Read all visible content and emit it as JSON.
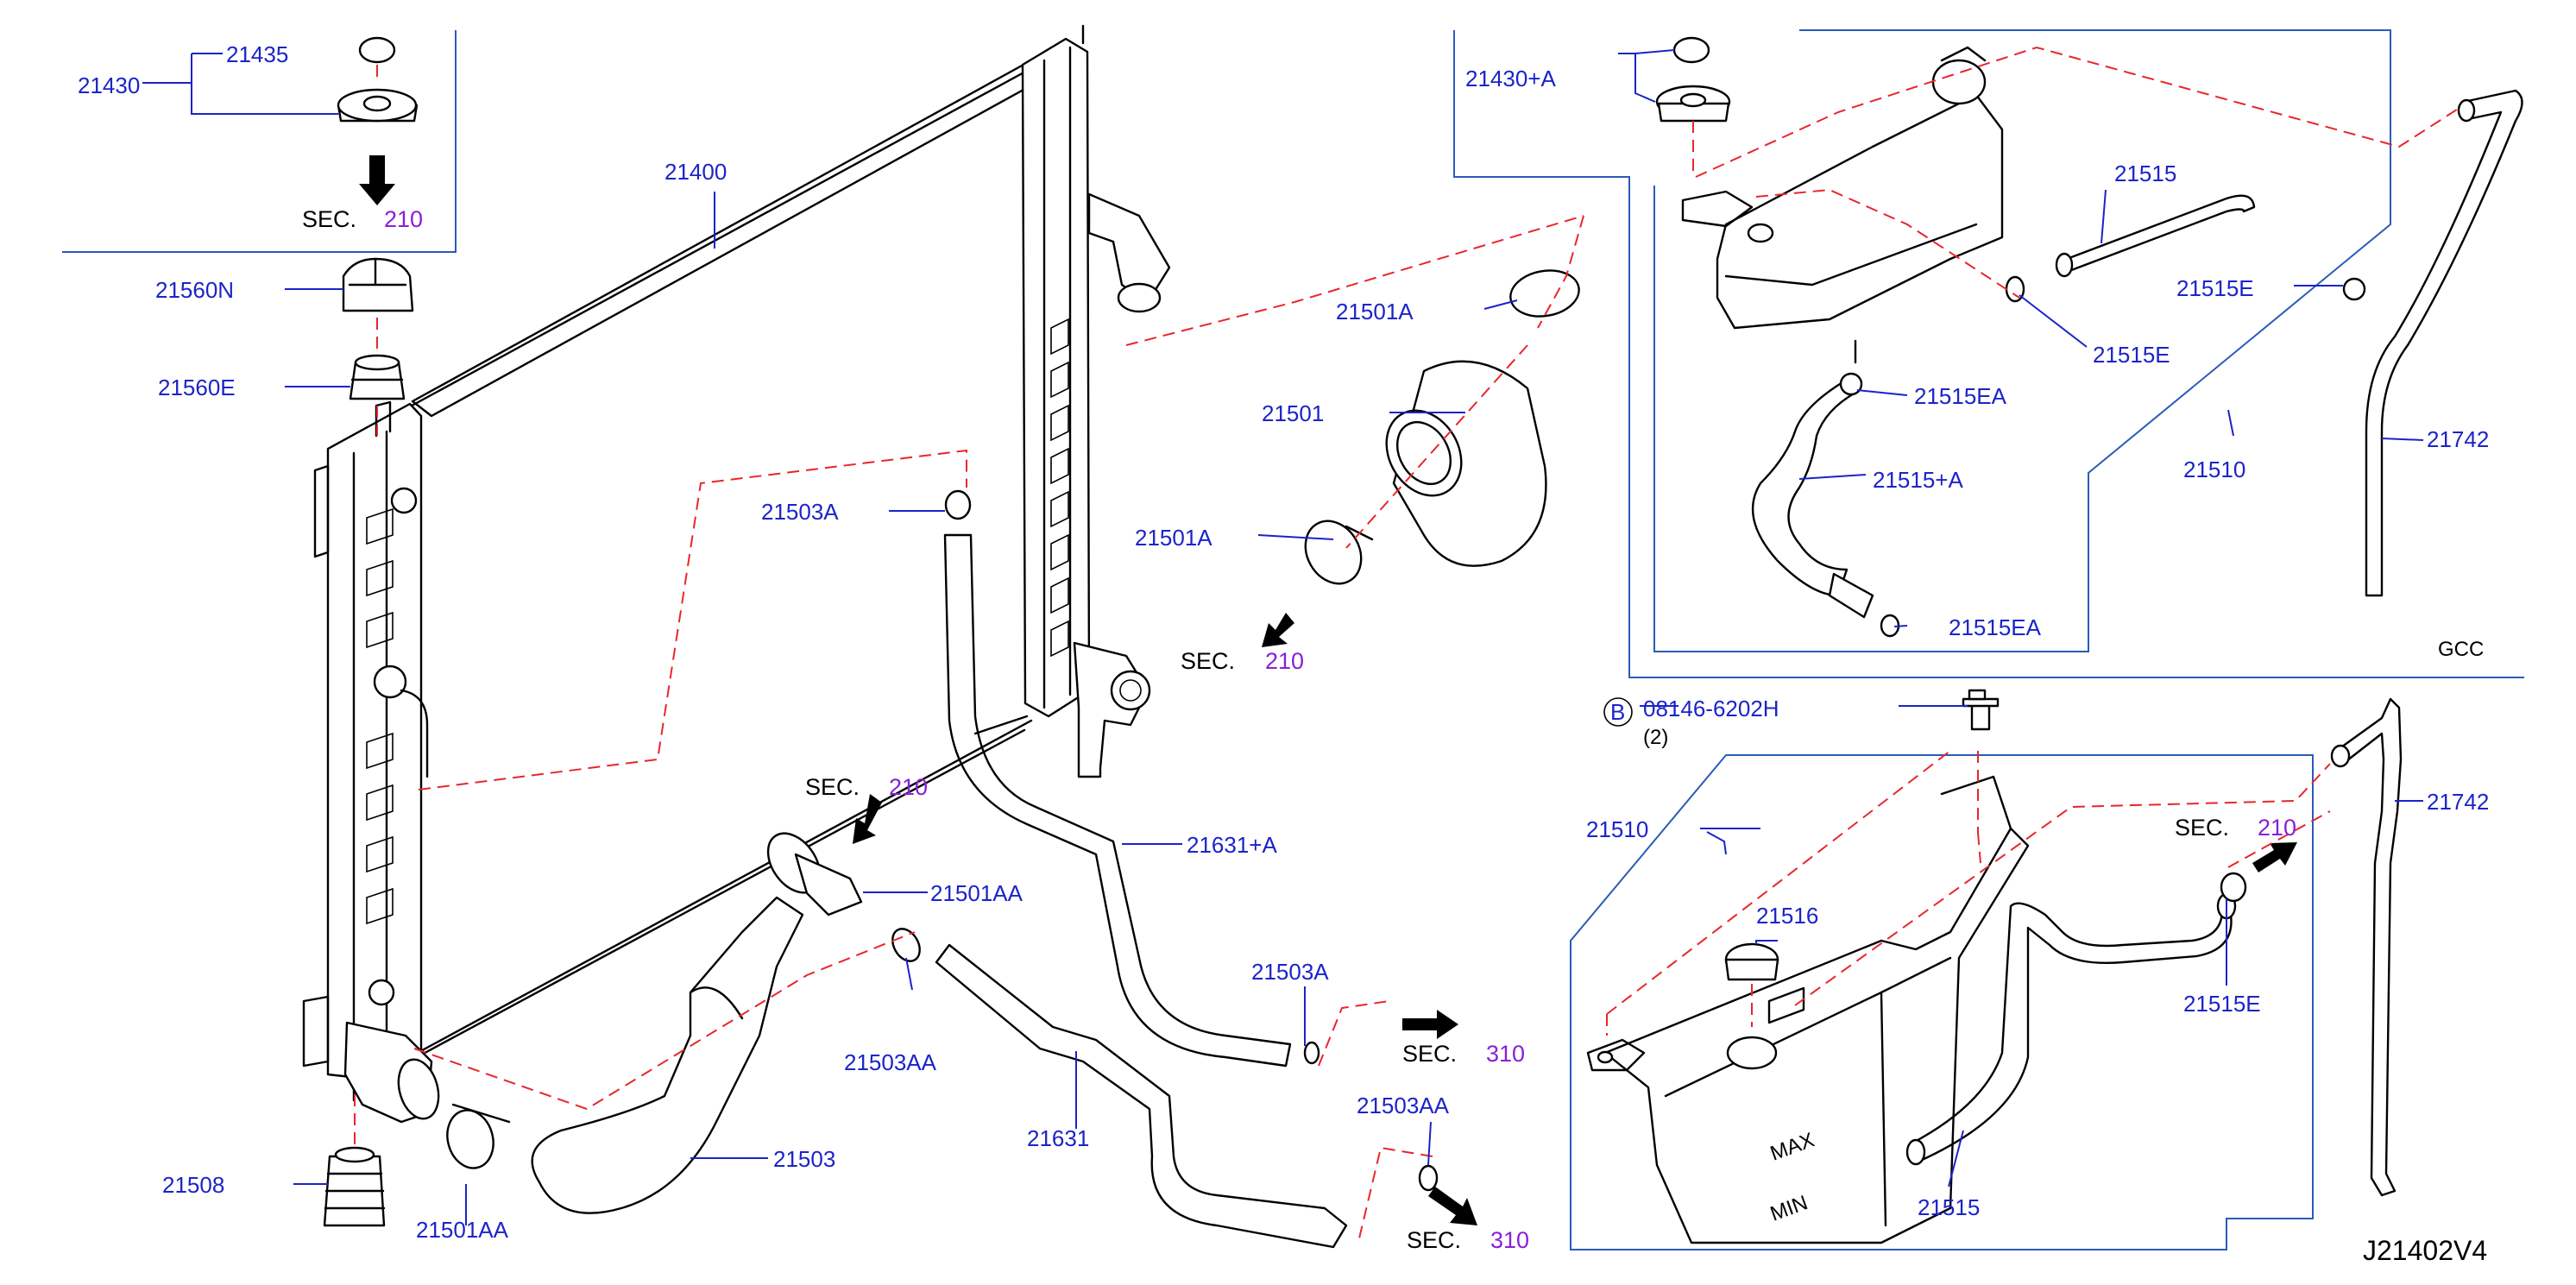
{
  "diagram": {
    "code": "J21402V4",
    "variant_label": "GCC",
    "sec_word": "SEC.",
    "sec_refs": {
      "s1": "210",
      "s2": "210",
      "s3": "210",
      "s4": "310",
      "s5": "310",
      "s6": "210"
    },
    "bolt_marker": "B",
    "bolt_part": "08146-6202H",
    "bolt_qty": "(2)",
    "parts": {
      "p21430": "21430",
      "p21435": "21435",
      "p21560N": "21560N",
      "p21560E": "21560E",
      "p21400": "21400",
      "p21503A_top": "21503A",
      "p21501A_top": "21501A",
      "p21501": "21501",
      "p21501A_mid": "21501A",
      "p21501AA_top": "21501AA",
      "p21503AA_left": "21503AA",
      "p21631A": "21631+A",
      "p21503A_low": "21503A",
      "p21503AA_low": "21503AA",
      "p21631": "21631",
      "p21503": "21503",
      "p21508": "21508",
      "p21501AA_low": "21501AA",
      "p21430A": "21430+A",
      "p21515_top": "21515",
      "p21515E_top1": "21515E",
      "p21515E_top2": "21515E",
      "p21515EA_1": "21515EA",
      "p21515A": "21515+A",
      "p21515EA_2": "21515EA",
      "p21510_top": "21510",
      "p21742_top": "21742",
      "p21510_low": "21510",
      "p21516": "21516",
      "p21515E_low": "21515E",
      "p21742_low": "21742",
      "p21515_low": "21515"
    }
  }
}
